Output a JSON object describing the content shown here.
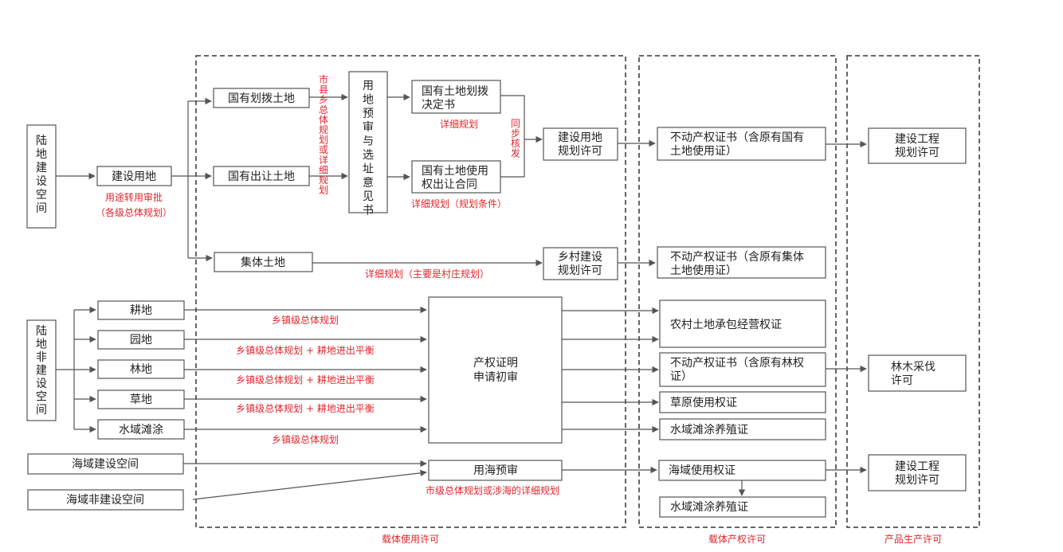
{
  "regions": {
    "carrier_use": "载体使用许可",
    "carrier_rights": "载体产权许可",
    "product_production": "产品生产许可"
  },
  "nodes": {
    "land_construction": "陆地建设空间",
    "land_non_construction": "陆地非建设空间",
    "construction_land": "建设用地",
    "state_allocated": "国有划拨土地",
    "state_transferred": "国有出让土地",
    "collective_land": "集体土地",
    "pre_review": "用地预审与选址意见书",
    "allocation_decision": "国有土地划拨决定书",
    "transfer_contract": "国有土地使用权出让合同",
    "construction_land_permit": "建设用地规划许可",
    "rural_construction_permit": "乡村建设规划许可",
    "property_cert_state": "不动产权证书（含原有国有土地使用证）",
    "property_cert_collective": "不动产权证书（含原有集体土地使用证）",
    "construction_project_permit_1": "建设工程规划许可",
    "cultivated": "耕地",
    "garden": "园地",
    "forest": "林地",
    "grass": "草地",
    "water_beach": "水域滩涂",
    "property_right_review": "产权证明申请初审",
    "rural_contract_cert": "农村土地承包经营权证",
    "property_cert_forest": "不动产权证书（含原有林权证）",
    "grassland_cert": "草原使用权证",
    "aquaculture_cert_1": "水域滩涂养殖证",
    "logging_permit": "林木采伐许可",
    "sea_construction": "海域建设空间",
    "sea_non_construction": "海域非建设空间",
    "sea_pre_review": "用海预审",
    "sea_use_cert": "海域使用权证",
    "aquaculture_cert_2": "水域滩涂养殖证",
    "construction_project_permit_2": "建设工程规划许可"
  },
  "annotations": {
    "use_conversion_1": "用途转用审批",
    "use_conversion_2": "（各级总体规划）",
    "city_county_plan": "市县乡总体规划或详细规划",
    "detailed_plan": "详细规划",
    "simultaneous_issue": "同步核发",
    "detailed_plan_conditions": "详细规划（规划条件）",
    "detailed_plan_village": "详细规划（主要是村庄规划）",
    "township_plan_1": "乡镇级总体规划",
    "township_plan_balance_1": "乡镇级总体规划 + 耕地进出平衡",
    "township_plan_balance_2": "乡镇级总体规划 + 耕地进出平衡",
    "township_plan_balance_3": "乡镇级总体规划 + 耕地进出平衡",
    "township_plan_2": "乡镇级总体规划",
    "sea_plan": "市级总体规划或涉海的详细规划"
  }
}
